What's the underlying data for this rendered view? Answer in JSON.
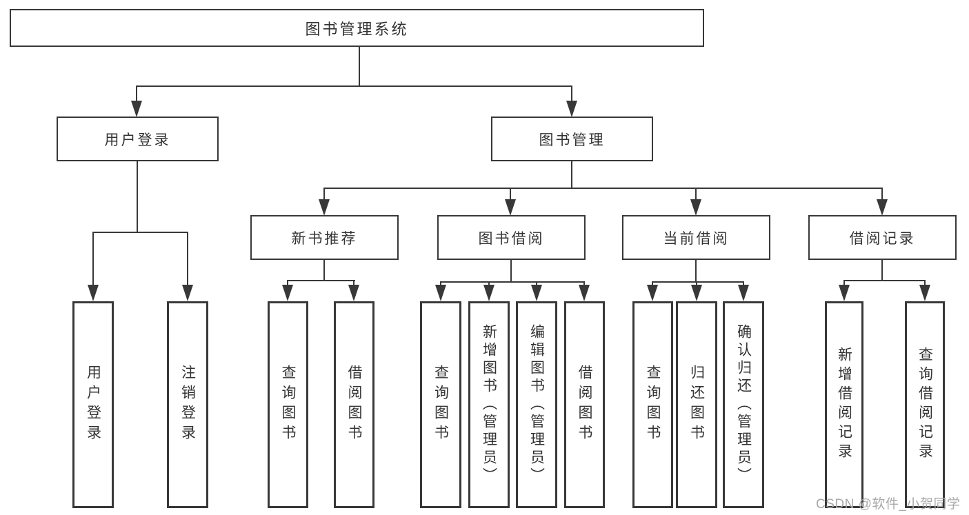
{
  "diagram": {
    "type": "hierarchy-tree",
    "root": {
      "label": "图书管理系统"
    },
    "level2": [
      {
        "label": "用户登录",
        "parent": "图书管理系统"
      },
      {
        "label": "图书管理",
        "parent": "图书管理系统"
      }
    ],
    "level3": [
      {
        "label": "新书推荐",
        "parent": "图书管理"
      },
      {
        "label": "图书借阅",
        "parent": "图书管理"
      },
      {
        "label": "当前借阅",
        "parent": "图书管理"
      },
      {
        "label": "借阅记录",
        "parent": "图书管理"
      }
    ],
    "leaves": [
      {
        "label": "用户登录",
        "parent": "用户登录"
      },
      {
        "label": "注销登录",
        "parent": "用户登录"
      },
      {
        "label": "查询图书",
        "parent": "新书推荐"
      },
      {
        "label": "借阅图书",
        "parent": "新书推荐"
      },
      {
        "label": "查询图书",
        "parent": "图书借阅"
      },
      {
        "label": "新增图书（管理员）",
        "parent": "图书借阅"
      },
      {
        "label": "编辑图书（管理员）",
        "parent": "图书借阅"
      },
      {
        "label": "借阅图书",
        "parent": "图书借阅"
      },
      {
        "label": "查询图书",
        "parent": "当前借阅"
      },
      {
        "label": "归还图书",
        "parent": "当前借阅"
      },
      {
        "label": "确认归还（管理员）",
        "parent": "当前借阅"
      },
      {
        "label": "新增借阅记录",
        "parent": "借阅记录"
      },
      {
        "label": "查询借阅记录",
        "parent": "借阅记录"
      }
    ],
    "colors": {
      "line": "#383838",
      "text": "#333333",
      "box_bg": "#ffffff",
      "watermark": "#a8a8a8"
    }
  },
  "watermark": {
    "text": "CSDN @软件_小贺同学"
  }
}
